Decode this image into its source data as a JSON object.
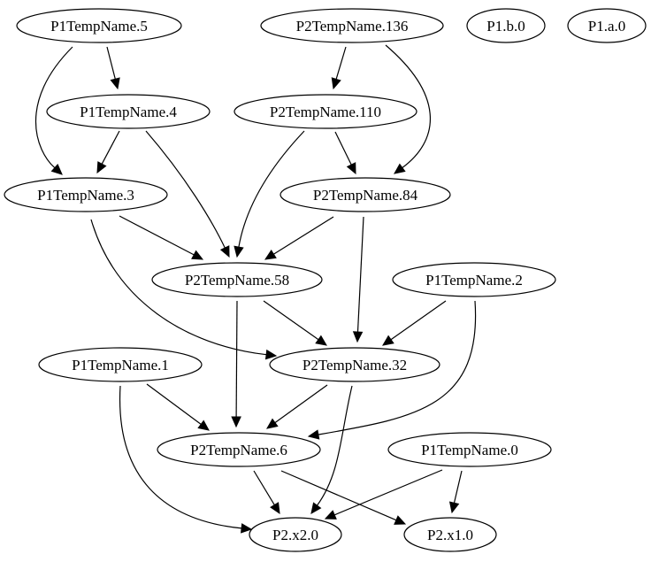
{
  "graph": {
    "nodes": [
      {
        "id": "p1_5",
        "label": "P1TempName.5"
      },
      {
        "id": "p2_136",
        "label": "P2TempName.136"
      },
      {
        "id": "p1b0",
        "label": "P1.b.0"
      },
      {
        "id": "p1a0",
        "label": "P1.a.0"
      },
      {
        "id": "p1_4",
        "label": "P1TempName.4"
      },
      {
        "id": "p2_110",
        "label": "P2TempName.110"
      },
      {
        "id": "p1_3",
        "label": "P1TempName.3"
      },
      {
        "id": "p2_84",
        "label": "P2TempName.84"
      },
      {
        "id": "p2_58",
        "label": "P2TempName.58"
      },
      {
        "id": "p1_2",
        "label": "P1TempName.2"
      },
      {
        "id": "p1_1",
        "label": "P1TempName.1"
      },
      {
        "id": "p2_32",
        "label": "P2TempName.32"
      },
      {
        "id": "p2_6",
        "label": "P2TempName.6"
      },
      {
        "id": "p1_0",
        "label": "P1TempName.0"
      },
      {
        "id": "x2",
        "label": "P2.x2.0"
      },
      {
        "id": "x1",
        "label": "P2.x1.0"
      }
    ],
    "edges": [
      {
        "from": "p1_5",
        "to": "p1_4"
      },
      {
        "from": "p1_5",
        "to": "p1_3"
      },
      {
        "from": "p2_136",
        "to": "p2_110"
      },
      {
        "from": "p2_136",
        "to": "p2_84"
      },
      {
        "from": "p1_4",
        "to": "p1_3"
      },
      {
        "from": "p1_4",
        "to": "p2_58"
      },
      {
        "from": "p2_110",
        "to": "p2_58"
      },
      {
        "from": "p2_110",
        "to": "p2_84"
      },
      {
        "from": "p1_3",
        "to": "p2_58"
      },
      {
        "from": "p1_3",
        "to": "p2_32"
      },
      {
        "from": "p2_84",
        "to": "p2_58"
      },
      {
        "from": "p2_84",
        "to": "p2_32"
      },
      {
        "from": "p2_58",
        "to": "p2_32"
      },
      {
        "from": "p2_58",
        "to": "p2_6"
      },
      {
        "from": "p1_2",
        "to": "p2_32"
      },
      {
        "from": "p1_2",
        "to": "p2_6"
      },
      {
        "from": "p1_1",
        "to": "p2_6"
      },
      {
        "from": "p1_1",
        "to": "x2"
      },
      {
        "from": "p2_32",
        "to": "p2_6"
      },
      {
        "from": "p2_32",
        "to": "x2"
      },
      {
        "from": "p2_6",
        "to": "x2"
      },
      {
        "from": "p2_6",
        "to": "x1"
      },
      {
        "from": "p1_0",
        "to": "x2"
      },
      {
        "from": "p1_0",
        "to": "x1"
      }
    ]
  }
}
